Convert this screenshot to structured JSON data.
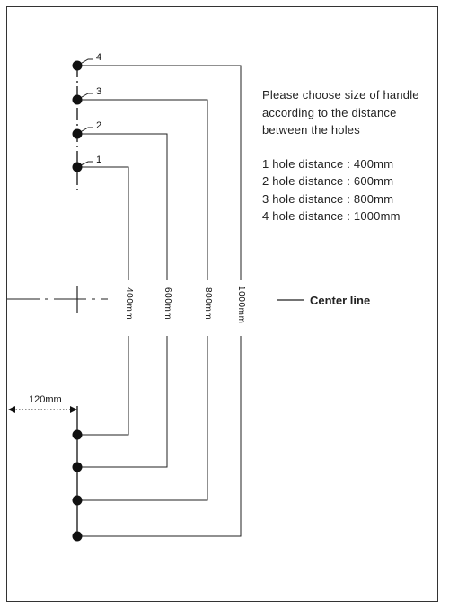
{
  "instructions": {
    "line1": "Please choose size of handle",
    "line2": "according to  the distance",
    "line3": "between the holes",
    "items": [
      "1 hole distance : 400mm",
      "2 hole distance : 600mm",
      "3 hole distance : 800mm",
      "4 hole distance : 1000mm"
    ]
  },
  "center_label": "Center line",
  "offset_label": "120mm",
  "holes": [
    {
      "number": "1",
      "distance_label": "400mm"
    },
    {
      "number": "2",
      "distance_label": "600mm"
    },
    {
      "number": "3",
      "distance_label": "800mm"
    },
    {
      "number": "4",
      "distance_label": "1000mm"
    }
  ]
}
